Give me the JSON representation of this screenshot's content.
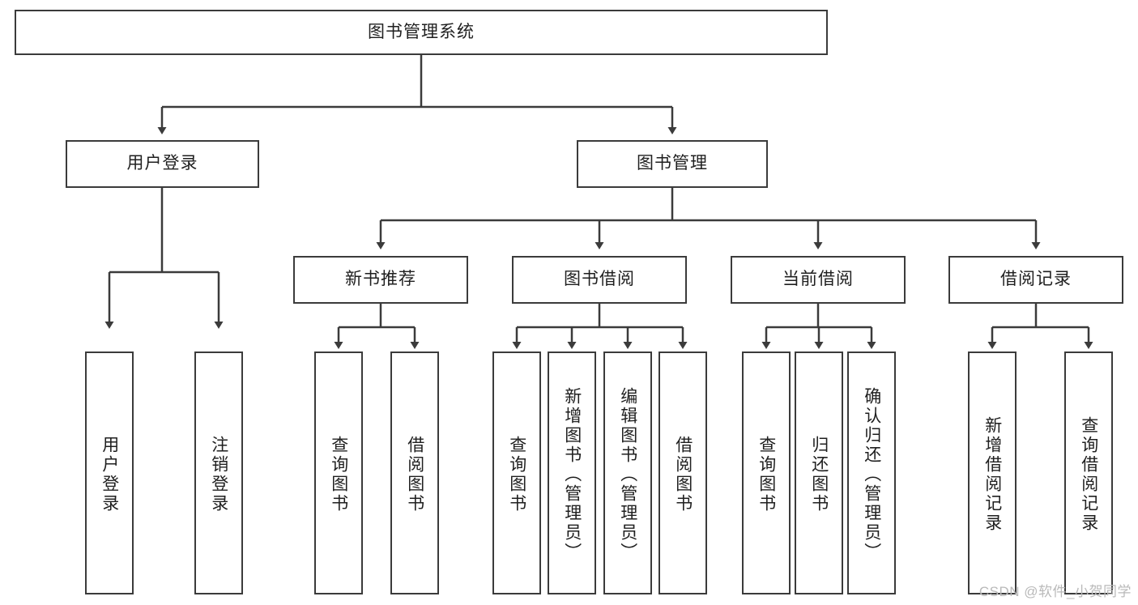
{
  "diagram": {
    "title": "图书管理系统",
    "type": "tree-hierarchy",
    "watermark": "CSDN @软件_小贺同学",
    "colors": {
      "stroke": "#3b3b3b",
      "fill": "#ffffff",
      "text": "#1f1f1f",
      "watermark": "#b9b9b9"
    },
    "root": {
      "label": "图书管理系统"
    },
    "level2": [
      {
        "label": "用户登录"
      },
      {
        "label": "图书管理"
      }
    ],
    "level3": [
      {
        "label": "新书推荐"
      },
      {
        "label": "图书借阅"
      },
      {
        "label": "当前借阅"
      },
      {
        "label": "借阅记录"
      }
    ],
    "leaves": {
      "user_login": [
        {
          "label": "用户登录"
        },
        {
          "label": "注销登录"
        }
      ],
      "new_book_recommend": [
        {
          "label": "查询图书"
        },
        {
          "label": "借阅图书"
        }
      ],
      "book_borrow": [
        {
          "label": "查询图书"
        },
        {
          "label": "新增图书（管理员）"
        },
        {
          "label": "编辑图书（管理员）"
        },
        {
          "label": "借阅图书"
        }
      ],
      "current_borrow": [
        {
          "label": "查询图书"
        },
        {
          "label": "归还图书"
        },
        {
          "label": "确认归还（管理员）"
        }
      ],
      "borrow_record": [
        {
          "label": "新增借阅记录"
        },
        {
          "label": "查询借阅记录"
        }
      ]
    }
  }
}
